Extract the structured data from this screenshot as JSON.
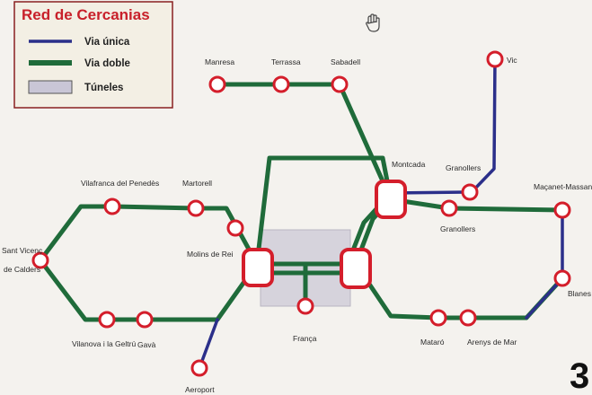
{
  "legend": {
    "title": "Red de Cercanias",
    "items": [
      {
        "label": "Via única",
        "kind": "single",
        "color": "#2b2f8a"
      },
      {
        "label": "Via doble",
        "kind": "double",
        "color": "#1f6b3a"
      },
      {
        "label": "Túneles",
        "kind": "tunnel",
        "color": "#c9c6d6"
      }
    ]
  },
  "colors": {
    "double_track": "#1f6b3a",
    "single_track": "#2b2f8a",
    "station_ring": "#d41e2b",
    "tunnel_fill": "#d6d3dc"
  },
  "stations": {
    "manresa": "Manresa",
    "terrassa": "Terrassa",
    "sabadell": "Sabadell",
    "vic": "Vic",
    "montcada": "Montcada",
    "granollers_north": "Granollers",
    "granollers_south": "Granollers",
    "macanet": "Maçanet-Massanes",
    "vilafranca": "Vilafranca del Penedès",
    "martorell": "Martorell",
    "molins": "Molins de Rei",
    "sant_vicenc": "Sant Vicenç de Calders",
    "franca": "França",
    "blanes": "Blanes",
    "vilanova": "Vilanova i la Geltrú",
    "gava": "Gavà",
    "mataro": "Mataró",
    "arenys": "Arenys de Mar",
    "aeroport": "Aeroport"
  },
  "page_number": "3",
  "cursor_icon": "hand-cursor-icon"
}
